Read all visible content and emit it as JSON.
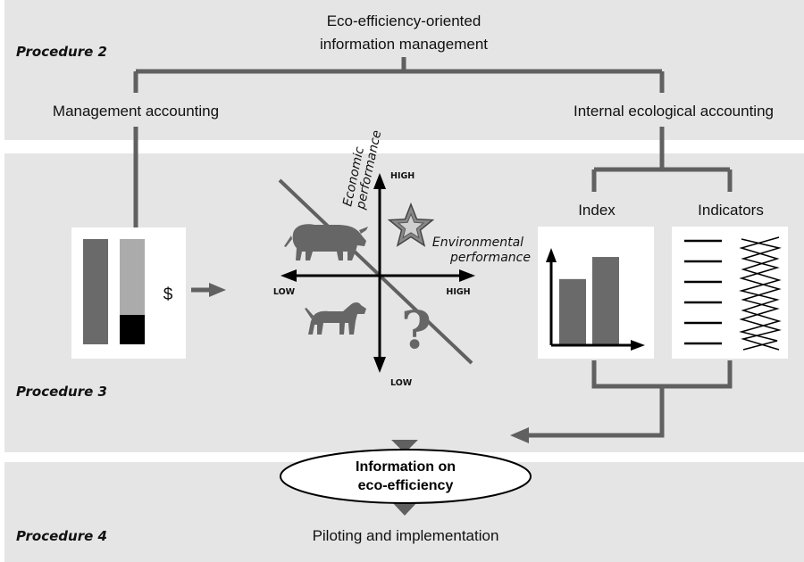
{
  "top": {
    "title_line1": "Eco-efficiency-oriented",
    "title_line2": "information management",
    "procedure": "Procedure 2",
    "left_label": "Management accounting",
    "right_label": "Internal ecological accounting"
  },
  "middle": {
    "procedure": "Procedure 3",
    "currency_symbol": "$",
    "matrix": {
      "y_axis_label_line1": "Economic",
      "y_axis_label_line2": "performance",
      "x_axis_label_line1": "Environmental",
      "x_axis_label_line2": "performance",
      "high_top": "HIGH",
      "low_bottom": "LOW",
      "low_left": "LOW",
      "high_right": "HIGH",
      "question_mark": "?"
    },
    "index_label": "Index",
    "indicators_label": "Indicators",
    "index_chart_values": [
      0.62,
      0.83
    ]
  },
  "bottom": {
    "procedure": "Procedure 4",
    "oval_line1": "Information on",
    "oval_line2": "eco-efficiency",
    "footer": "Piloting and implementation"
  },
  "colors": {
    "band": "#e5e5e5",
    "connector": "#606060",
    "bar_dark": "#6a6a6a",
    "bar_light": "#ababab",
    "black": "#000000"
  },
  "icons": [
    "buffalo-icon",
    "star-icon",
    "dog-icon",
    "question-icon"
  ]
}
